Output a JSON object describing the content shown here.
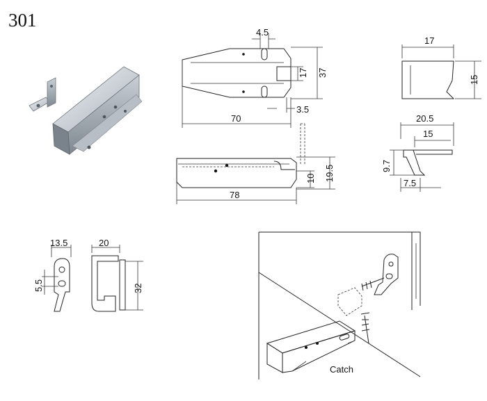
{
  "model_number": "301",
  "top_view": {
    "dim_slot_width": "4.5",
    "dim_slot_pitch": "17",
    "dim_height": "37",
    "dim_offset": "3.5",
    "dim_length": "70"
  },
  "side_view": {
    "dim_length": "78",
    "dim_bottom": "10",
    "dim_height": "19.5"
  },
  "catch_bracket": {
    "dim_width": "17",
    "dim_height": "15"
  },
  "catch_profile": {
    "dim_overall": "20.5",
    "dim_inner": "15",
    "dim_height": "9.7",
    "dim_base": "7.5"
  },
  "plate_front": {
    "dim_width": "13.5",
    "dim_hole_pitch": "5.5"
  },
  "plate_side": {
    "dim_depth": "20",
    "dim_height": "32"
  },
  "installation": {
    "label_catch": "Catch"
  },
  "colors": {
    "line": "#222222",
    "metal_light": "#d8dde2",
    "metal_dark": "#8f979f"
  }
}
